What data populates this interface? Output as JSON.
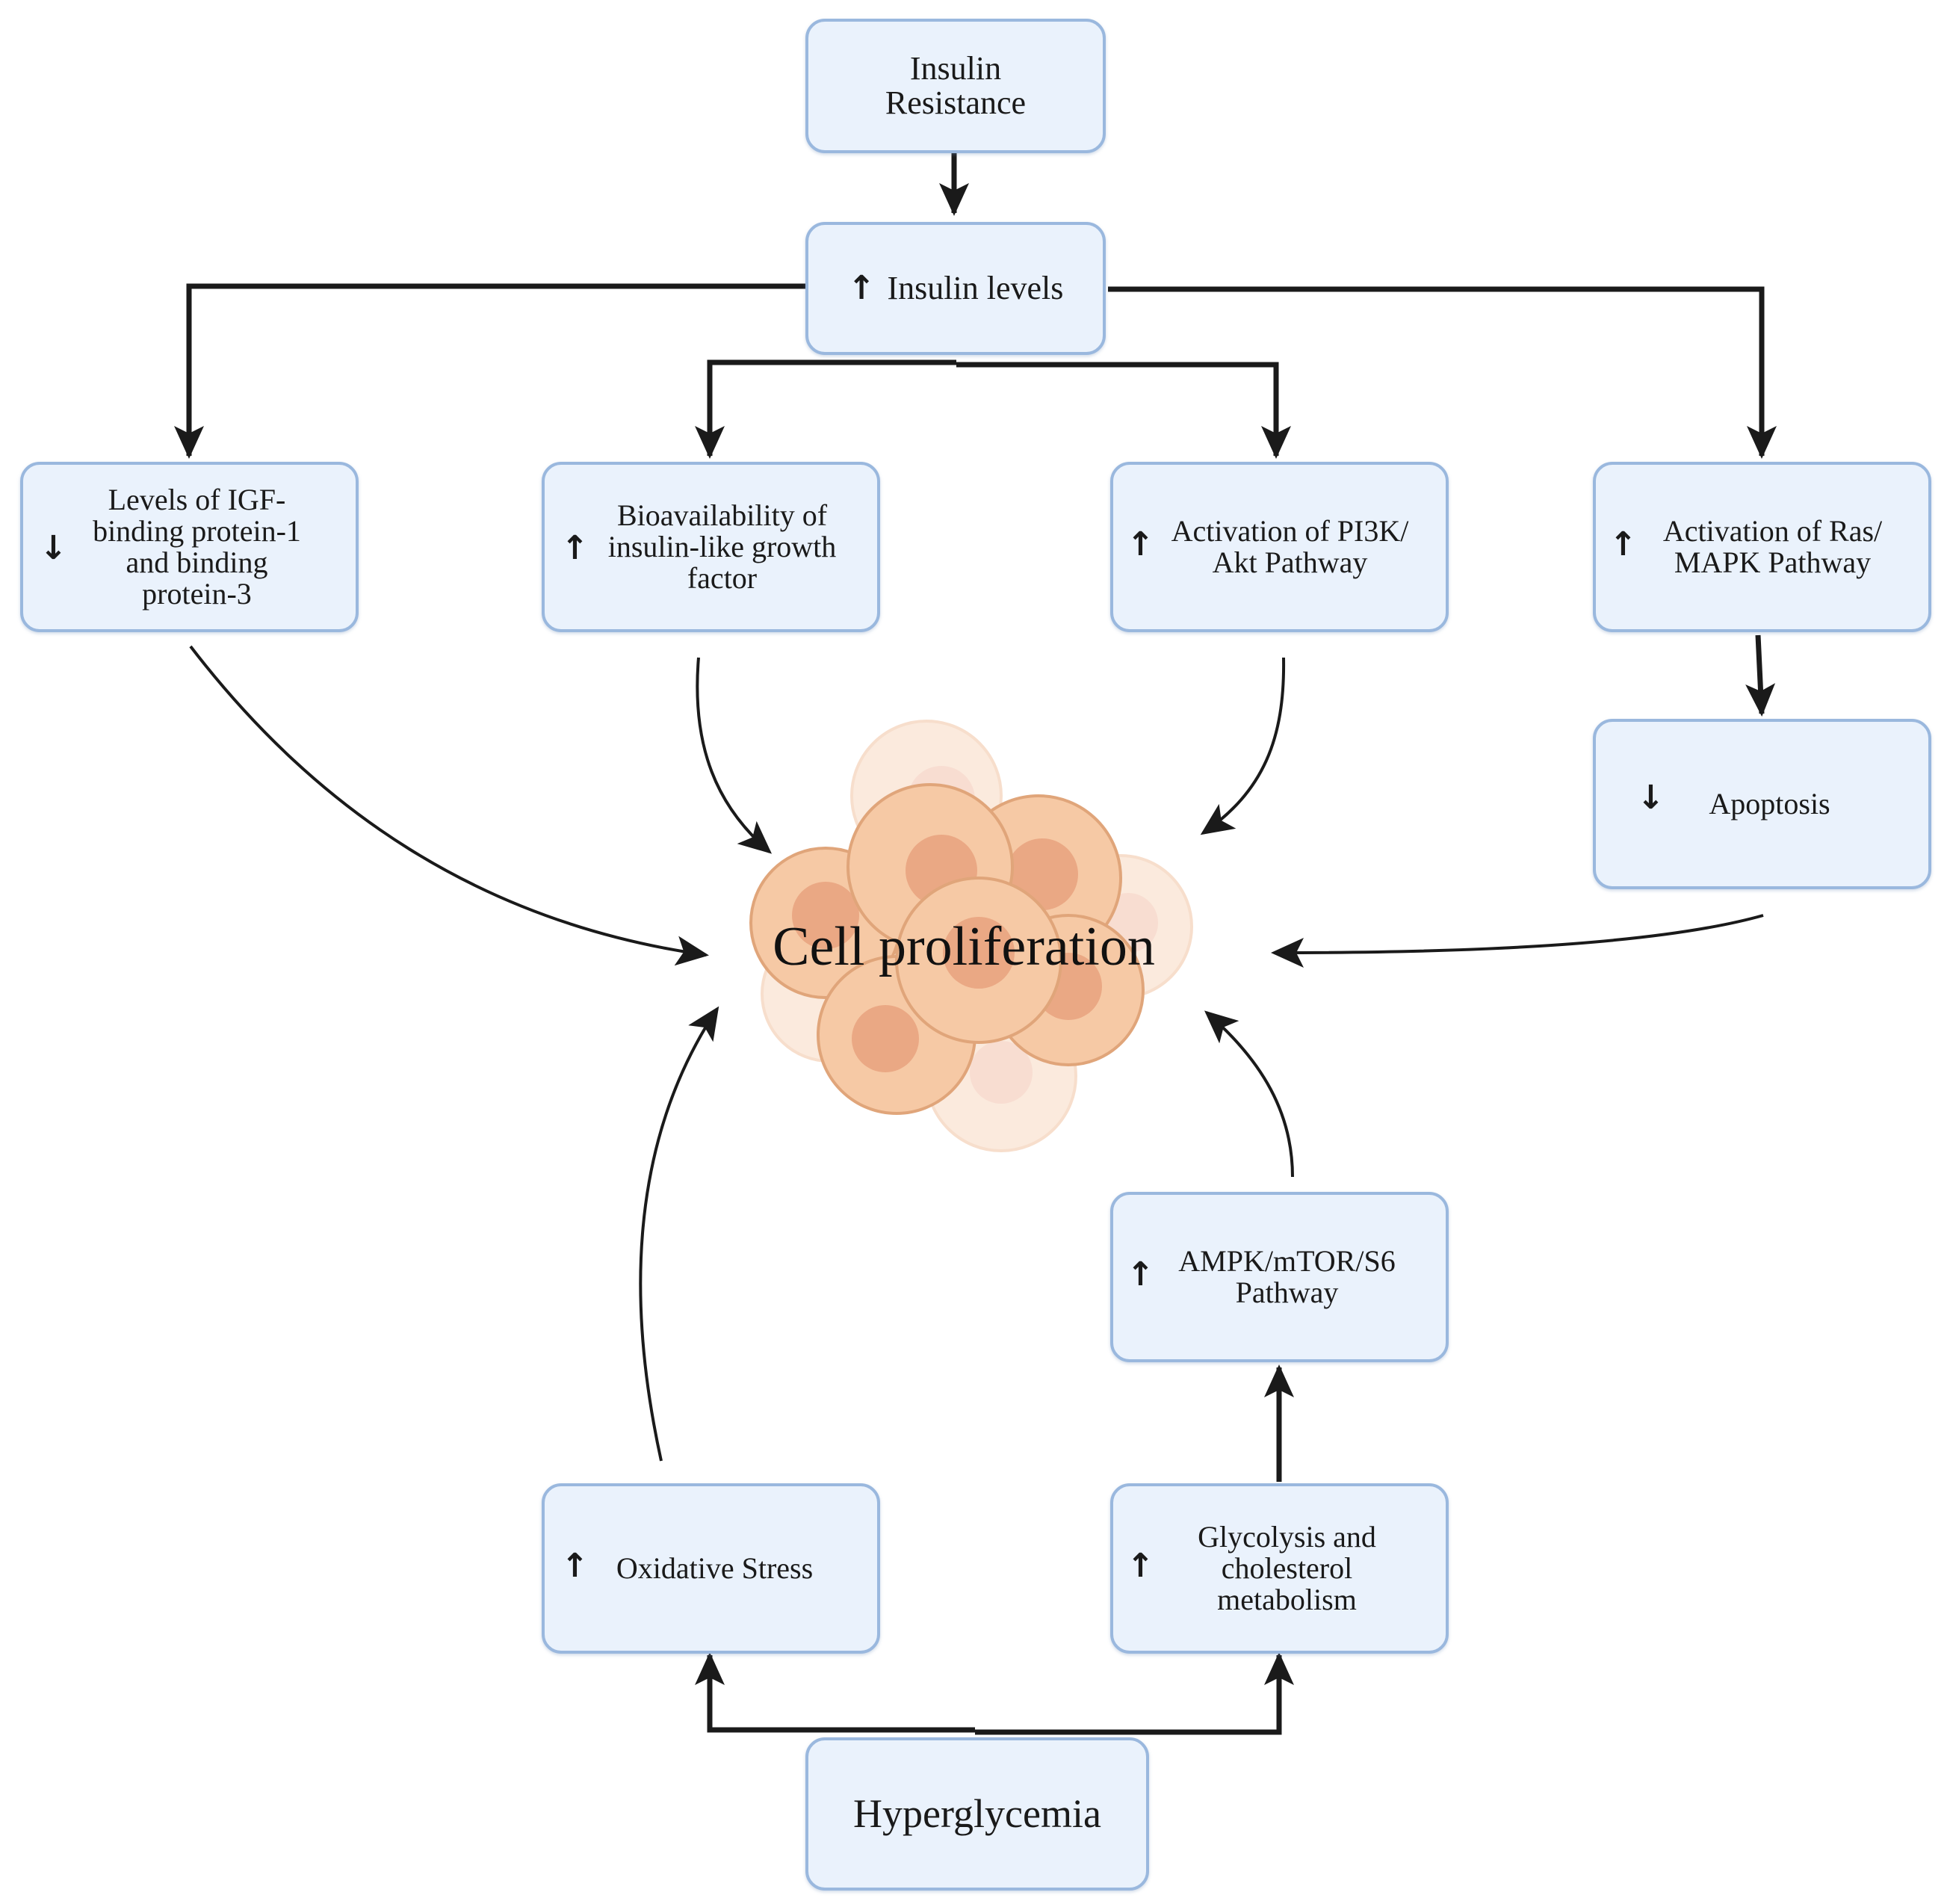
{
  "nodes": {
    "insulin_resistance": "Insulin\nResistance",
    "insulin_levels": "Insulin levels",
    "igf_bp": "Levels of IGF-\nbinding protein-1\nand binding\nprotein-3",
    "bioavailability": "Bioavailability of\ninsulin-like growth\nfactor",
    "pi3k": "Activation of PI3K/\nAkt Pathway",
    "ras": "Activation of Ras/\nMAPK Pathway",
    "apoptosis": "Apoptosis",
    "ampk": "AMPK/mTOR/S6\nPathway",
    "oxidative": "Oxidative Stress",
    "glycolysis": "Glycolysis and\ncholesterol\nmetabolism",
    "hyperglycemia": "Hyperglycemia",
    "cell_proliferation": "Cell proliferation"
  },
  "indicators": {
    "up": "↑",
    "down": "↓"
  },
  "colors": {
    "box_fill": "#eaf2fc",
    "box_border": "#9ab8de",
    "arrow": "#1a1a1a",
    "cell_outer": "#f5c9a3",
    "cell_nucleus": "#e8a57c"
  }
}
